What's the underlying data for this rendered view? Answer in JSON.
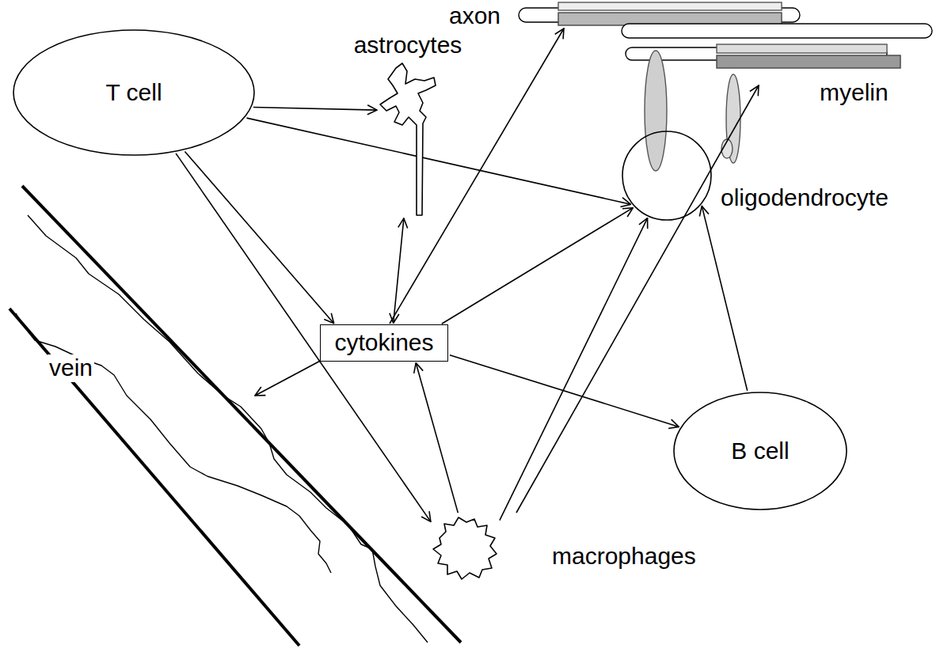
{
  "diagram": {
    "nodes": [
      {
        "text": [
          "T cell"
        ]
      },
      {
        "text": [
          "astrocytes"
        ]
      },
      {
        "text": [
          "cytokines"
        ]
      },
      {
        "text": [
          "oligodendrocyte"
        ]
      },
      {
        "text": [
          "B cell"
        ]
      },
      {
        "text": [
          "macrophages"
        ]
      }
    ],
    "edges": [
      {
        "from": 0,
        "to": 1,
        "arrow": "to"
      },
      {
        "from": 0,
        "to": 3,
        "arrow": "to"
      },
      {
        "from": 0,
        "to": 2,
        "arrow": "to"
      },
      {
        "from": 0,
        "to": 5,
        "arrow": "to"
      },
      {
        "from": 2,
        "to": 1,
        "arrow": "both"
      },
      {
        "from": 2,
        "to": 3,
        "arrow": "to"
      },
      {
        "from": 2,
        "to": 4,
        "arrow": "to"
      },
      {
        "from": 5,
        "to": 2,
        "arrow": "to"
      },
      {
        "from": 5,
        "to": 3,
        "arrow": "to"
      },
      {
        "from": 4,
        "to": 3,
        "arrow": "to"
      }
    ],
    "labels": [
      "axon",
      "myelin",
      "vein"
    ]
  }
}
